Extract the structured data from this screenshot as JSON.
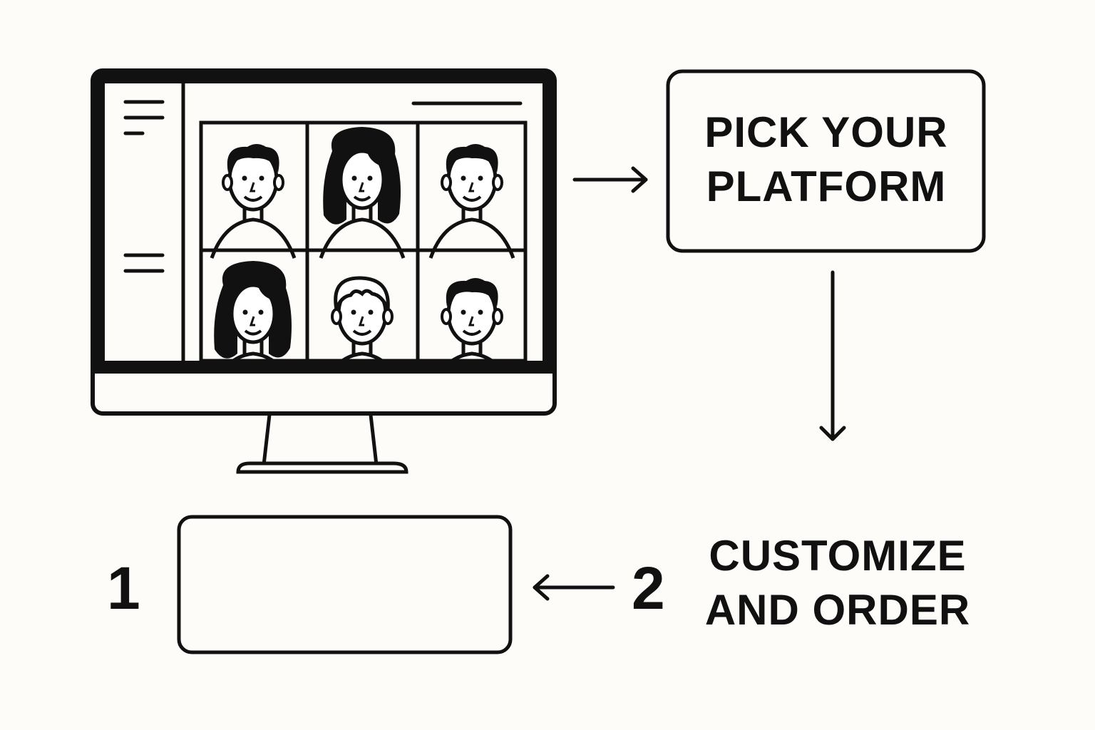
{
  "steps": {
    "pick_platform": {
      "line1": "PICK YOUR",
      "line2": "PLATFORM"
    },
    "customize": {
      "number": "2",
      "line1": "CUSTOMIZE",
      "line2": "AND ORDER"
    },
    "first": {
      "number": "1"
    }
  },
  "colors": {
    "background": "#fdfcf8",
    "ink": "#111111"
  },
  "icons": [
    "monitor-icon",
    "video-call-grid",
    "arrow-right-icon",
    "arrow-down-icon",
    "arrow-left-icon"
  ]
}
